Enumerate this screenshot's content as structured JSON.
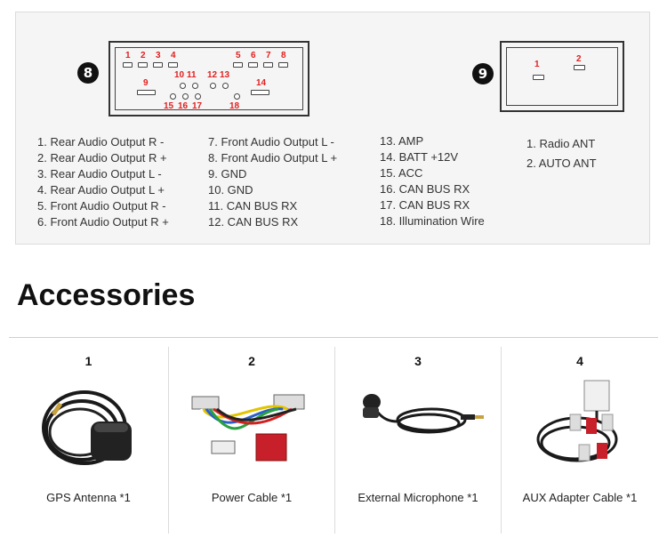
{
  "diagram": {
    "main_connector": {
      "label": "8",
      "pin_labels": [
        "1",
        "2",
        "3",
        "4",
        "5",
        "6",
        "7",
        "8",
        "9",
        "10",
        "11",
        "12",
        "13",
        "14",
        "15",
        "16",
        "17",
        "18"
      ]
    },
    "antenna_connector": {
      "label": "9",
      "pin_labels": [
        "1",
        "2"
      ]
    },
    "pin_columns": [
      [
        "1. Rear Audio Output R -",
        "2. Rear Audio Output R +",
        "3. Rear Audio Output L -",
        "4. Rear Audio Output L +",
        "5. Front Audio Output R -",
        "6. Front Audio Output R +"
      ],
      [
        "7. Front Audio Output L -",
        "8. Front Audio Output L +",
        "9. GND",
        "10. GND",
        "11. CAN BUS RX",
        "12. CAN BUS RX"
      ],
      [
        "13. AMP",
        "14. BATT +12V",
        "15. ACC",
        "16. CAN BUS RX",
        "17. CAN BUS RX",
        "18. Illumination Wire"
      ],
      [
        "1. Radio  ANT",
        "2. AUTO ANT"
      ]
    ]
  },
  "accessories": {
    "title": "Accessories",
    "items": [
      {
        "number": "1",
        "caption": "GPS Antenna *1",
        "icon": "gps-antenna-icon"
      },
      {
        "number": "2",
        "caption": "Power Cable *1",
        "icon": "power-cable-icon"
      },
      {
        "number": "3",
        "caption": "External Microphone *1",
        "icon": "microphone-icon"
      },
      {
        "number": "4",
        "caption": "AUX Adapter Cable *1",
        "icon": "aux-cable-icon"
      }
    ]
  },
  "colors": {
    "pin_number": "#e02020",
    "connector_badge": "#111111",
    "panel_background": "#f5f5f5",
    "rca_red": "#c8202a"
  }
}
